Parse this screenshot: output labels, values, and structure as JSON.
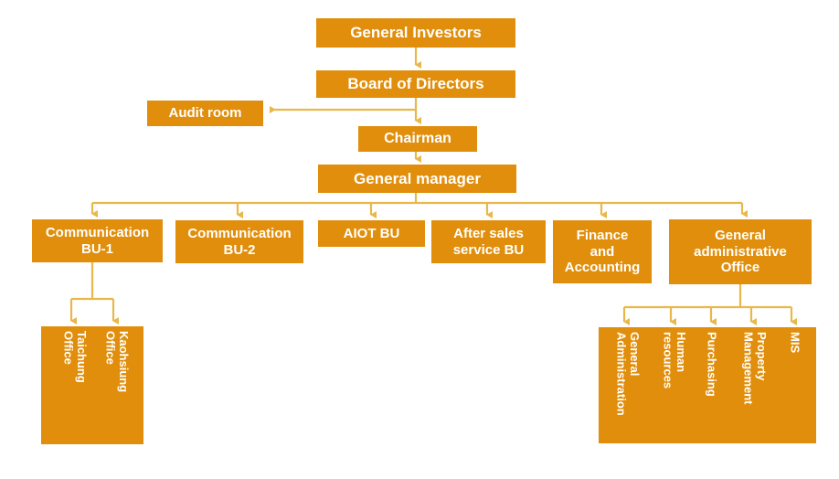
{
  "theme": {
    "box_fill": "#E08E0B",
    "connector": "#E8B84B",
    "text": "#FFFFFF",
    "background": "#FFFFFF"
  },
  "chart_data": {
    "type": "diagram",
    "title": "Company Organization Chart",
    "nodes": [
      {
        "id": "general_investors",
        "label": "General Investors",
        "level": 0
      },
      {
        "id": "board",
        "label": "Board of Directors",
        "level": 1
      },
      {
        "id": "audit",
        "label": "Audit room",
        "level": 2
      },
      {
        "id": "chairman",
        "label": "Chairman",
        "level": 2
      },
      {
        "id": "general_manager",
        "label": "General manager",
        "level": 3
      },
      {
        "id": "comm_bu1",
        "label": "Communication BU-1",
        "level": 4
      },
      {
        "id": "comm_bu2",
        "label": "Communication BU-2",
        "level": 4
      },
      {
        "id": "aiot_bu",
        "label": "AIOT BU",
        "level": 4
      },
      {
        "id": "after_sales",
        "label": "After sales service BU",
        "level": 4
      },
      {
        "id": "finance",
        "label": "Finance and Accounting",
        "level": 4
      },
      {
        "id": "gen_admin",
        "label": "General administrative Office",
        "level": 4
      },
      {
        "id": "taichung",
        "label": "Taichung Office",
        "level": 5
      },
      {
        "id": "kaohsiung",
        "label": "Kaohsiung Office",
        "level": 5
      },
      {
        "id": "general_administration",
        "label": "General Administration",
        "level": 5
      },
      {
        "id": "human_resources",
        "label": "Human resources",
        "level": 5
      },
      {
        "id": "purchasing",
        "label": "Purchasing",
        "level": 5
      },
      {
        "id": "property_management",
        "label": "Property Management",
        "level": 5
      },
      {
        "id": "mis",
        "label": "MIS",
        "level": 5
      }
    ],
    "edges": [
      {
        "from": "general_investors",
        "to": "board"
      },
      {
        "from": "board",
        "to": "chairman"
      },
      {
        "from": "board",
        "to": "audit"
      },
      {
        "from": "chairman",
        "to": "general_manager"
      },
      {
        "from": "general_manager",
        "to": "comm_bu1"
      },
      {
        "from": "general_manager",
        "to": "comm_bu2"
      },
      {
        "from": "general_manager",
        "to": "aiot_bu"
      },
      {
        "from": "general_manager",
        "to": "after_sales"
      },
      {
        "from": "general_manager",
        "to": "finance"
      },
      {
        "from": "general_manager",
        "to": "gen_admin"
      },
      {
        "from": "comm_bu1",
        "to": "taichung"
      },
      {
        "from": "comm_bu1",
        "to": "kaohsiung"
      },
      {
        "from": "gen_admin",
        "to": "general_administration"
      },
      {
        "from": "gen_admin",
        "to": "human_resources"
      },
      {
        "from": "gen_admin",
        "to": "purchasing"
      },
      {
        "from": "gen_admin",
        "to": "property_management"
      },
      {
        "from": "gen_admin",
        "to": "mis"
      }
    ]
  },
  "boxes": {
    "general_investors": "General Investors",
    "board_of_directors": "Board of Directors",
    "audit_room": "Audit room",
    "chairman": "Chairman",
    "general_manager": "General manager",
    "communication_bu1": "Communication\nBU-1",
    "communication_bu2": "Communication\nBU-2",
    "aiot_bu": "AIOT BU",
    "after_sales_service_bu": "After sales\nservice BU",
    "finance_and_accounting": "Finance\nand\nAccounting",
    "general_administrative_office": "General\nadministrative\nOffice"
  },
  "left_sub_units": {
    "taichung": "Taichung\nOffice",
    "kaohsiung": "Kaohsiung\nOffice"
  },
  "right_sub_units": {
    "general_administration": "General\nAdministration",
    "human_resources": "Human\nresources",
    "purchasing": "Purchasing",
    "property_management": "Property\nManagement",
    "mis": "MIS"
  }
}
